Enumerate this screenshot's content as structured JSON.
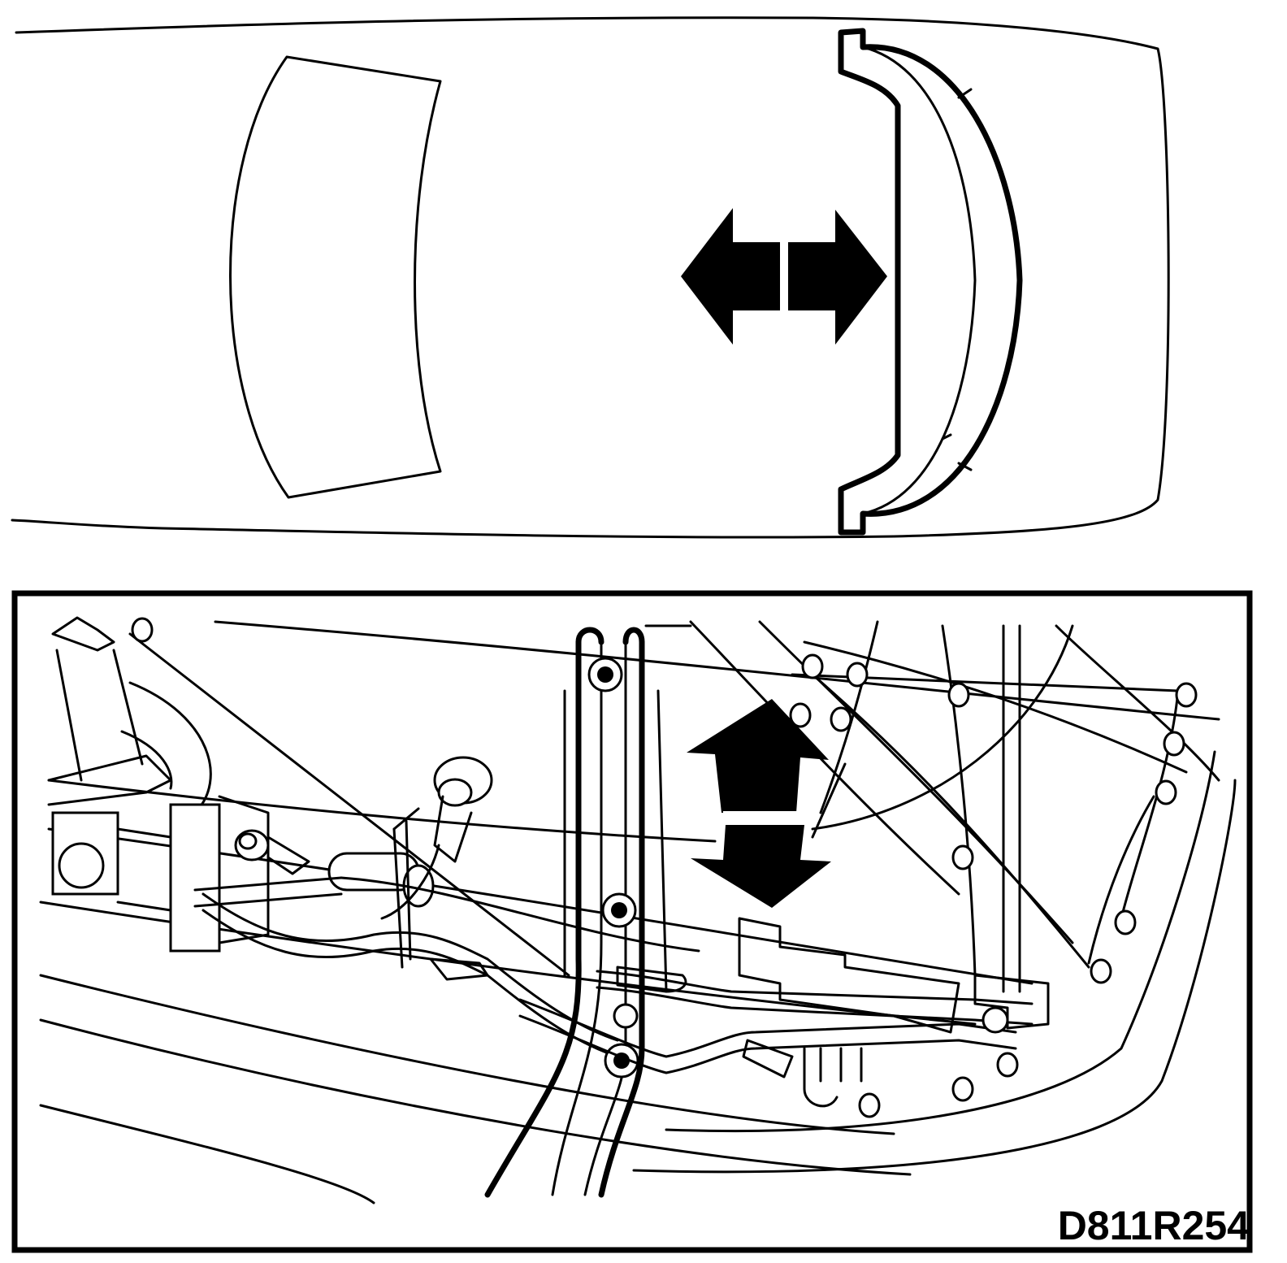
{
  "figure_code": "D811R254",
  "colors": {
    "line": "#000000",
    "background": "#ffffff"
  },
  "panels": [
    {
      "name": "top-view-vehicle",
      "arrow": "horizontal-double-arrow"
    },
    {
      "name": "rear-bumper-detail",
      "arrow": "vertical-double-arrow"
    }
  ]
}
